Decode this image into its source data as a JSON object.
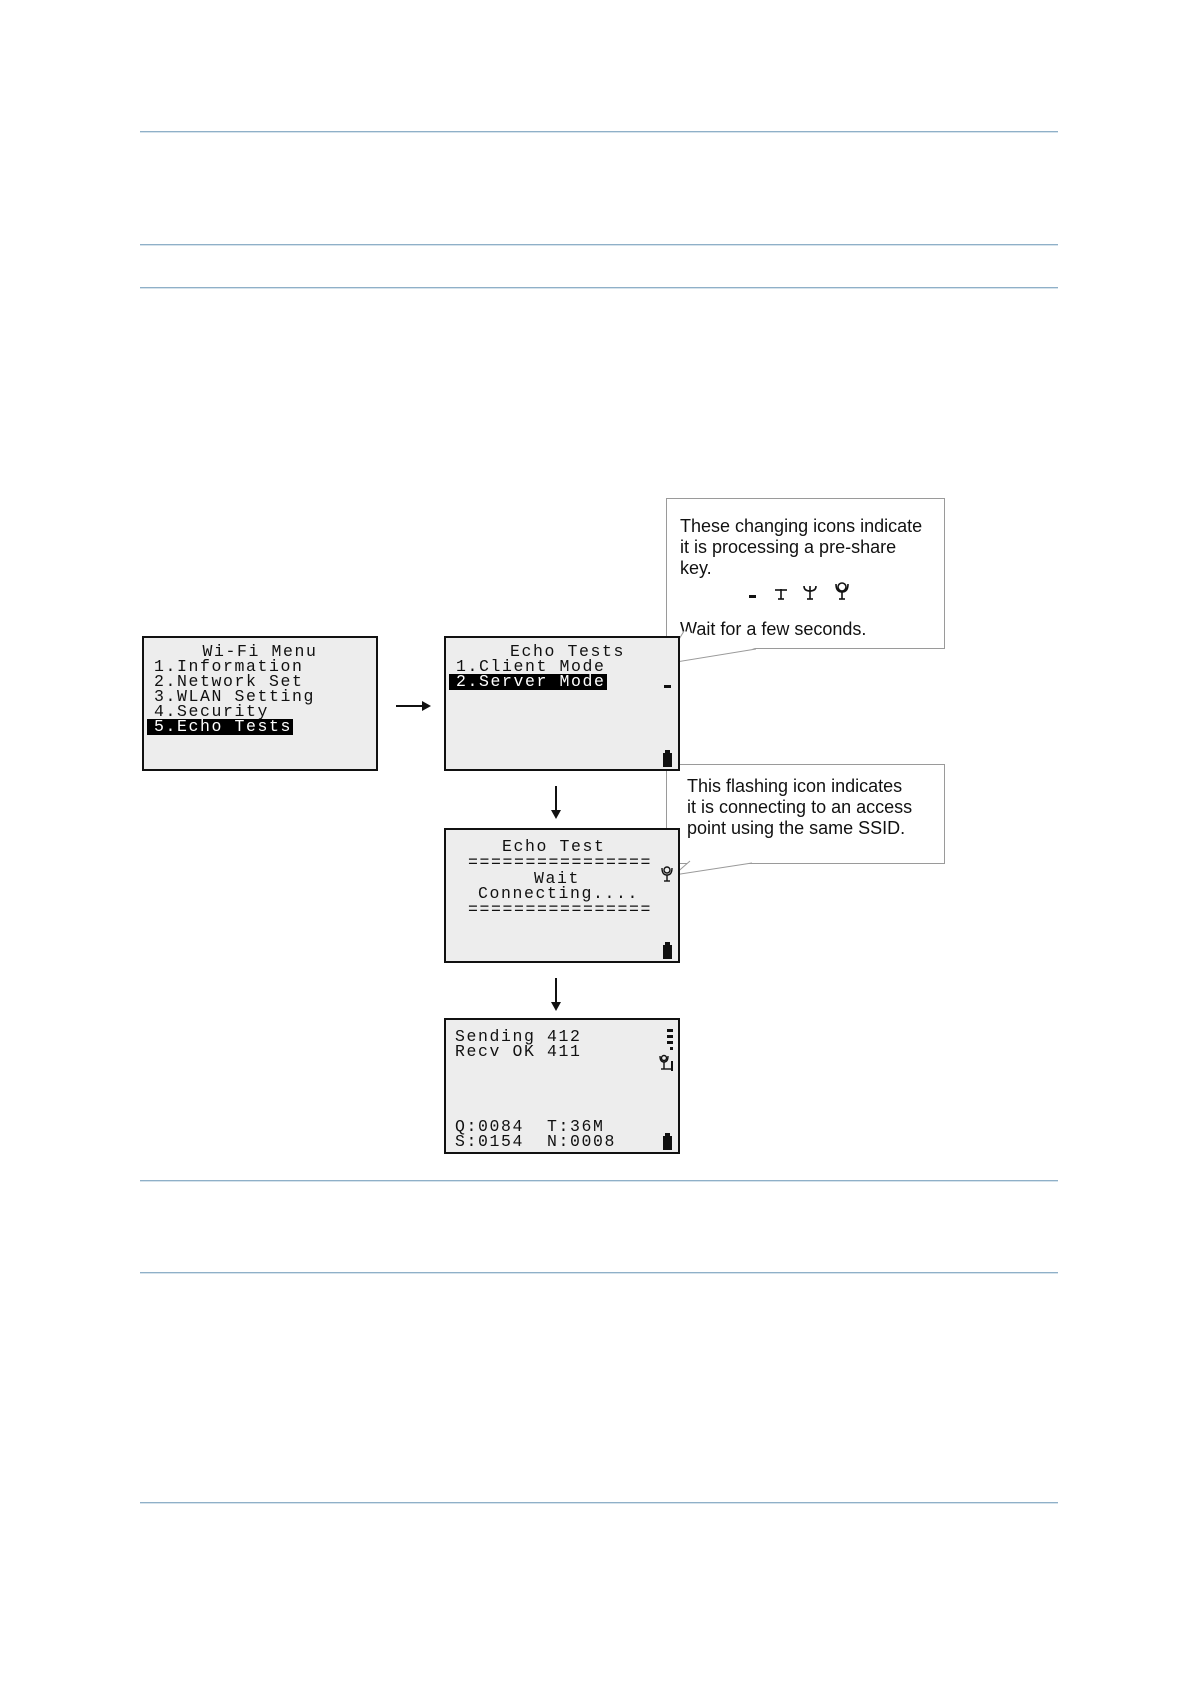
{
  "callout_psk": {
    "lines": [
      "These changing icons indicate",
      "it is processing a pre-share",
      "key."
    ],
    "wait": "Wait for a few seconds.",
    "icon_sequence": [
      "signal-dash-icon",
      "antenna-small-icon",
      "antenna-medium-icon",
      "antenna-full-icon"
    ]
  },
  "callout_ap": {
    "lines": [
      "This flashing icon indicates",
      "it is connecting to an access",
      "point using the same SSID."
    ]
  },
  "wifi_menu": {
    "title": "Wi-Fi Menu",
    "items": [
      "1.Information",
      "2.Network Set",
      "3.WLAN Setting",
      "4.Security",
      "5.Echo Tests"
    ],
    "selected_index": 4
  },
  "echo_tests_menu": {
    "title": "Echo Tests",
    "items": [
      "1.Client Mode",
      "2.Server Mode"
    ],
    "selected_index": 1
  },
  "echo_test_wait": {
    "title": "Echo Test",
    "separator": "================",
    "line1": "Wait",
    "line2": "Connecting...."
  },
  "echo_result": {
    "line1": "Sending 412",
    "line2": "Recv OK 411",
    "line3": "Q:0084  T:36M",
    "line4": "S:0154  N:0008"
  },
  "colors": {
    "screen_bg": "#ededed",
    "rule": "#8fb0c8"
  }
}
